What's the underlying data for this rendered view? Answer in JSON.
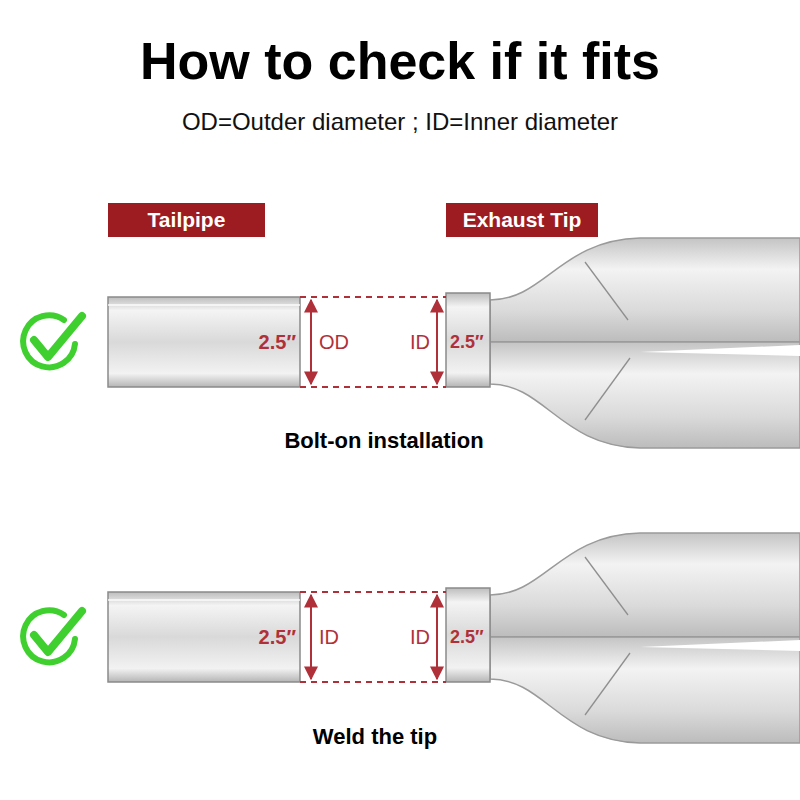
{
  "diagram": {
    "title": "How to check if it fits",
    "nodes": [
      {
        "text": [
          "Tailpipe"
        ]
      },
      {
        "text": [
          "Exhaust Tip"
        ]
      }
    ],
    "labels": [
      "OD=Outder diameter ;   ID=Inner diameter",
      "2.5″",
      "OD",
      "ID",
      "2.5″",
      "Bolt-on installation",
      "2.5″",
      "ID",
      "ID",
      "2.5″",
      "Weld the tip"
    ]
  }
}
